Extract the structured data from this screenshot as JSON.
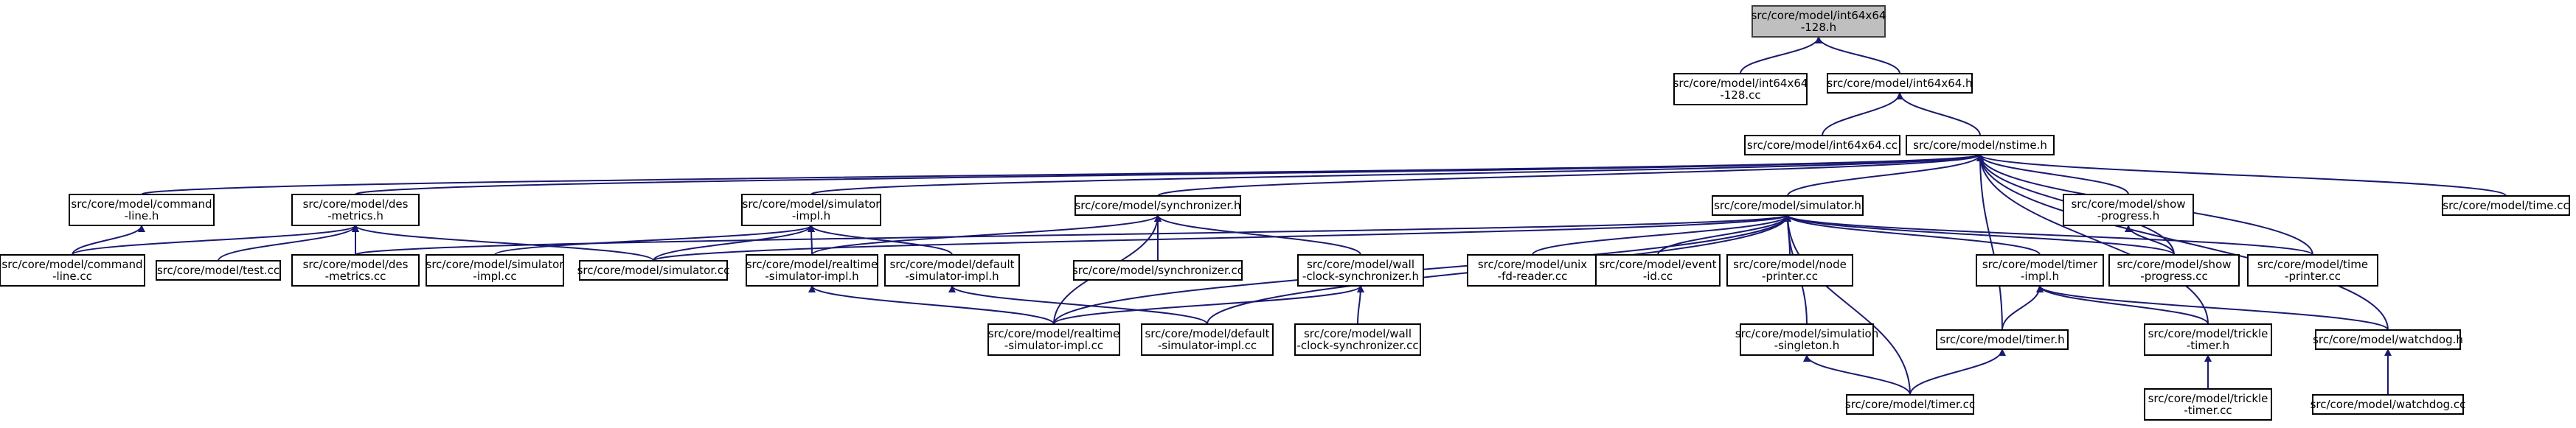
{
  "graph": {
    "nodes": [
      {
        "id": "int64x64_128_h",
        "lines": [
          "src/core/model/int64x64",
          "-128.h"
        ],
        "root": true
      },
      {
        "id": "int64x64_128_cc",
        "lines": [
          "src/core/model/int64x64",
          "-128.cc"
        ]
      },
      {
        "id": "int64x64_h",
        "lines": [
          "src/core/model/int64x64.h"
        ]
      },
      {
        "id": "int64x64_cc",
        "lines": [
          "src/core/model/int64x64.cc"
        ]
      },
      {
        "id": "nstime_h",
        "lines": [
          "src/core/model/nstime.h"
        ]
      },
      {
        "id": "command_line_h",
        "lines": [
          "src/core/model/command",
          "-line.h"
        ]
      },
      {
        "id": "des_metrics_h",
        "lines": [
          "src/core/model/des",
          "-metrics.h"
        ]
      },
      {
        "id": "simulator_impl_h",
        "lines": [
          "src/core/model/simulator",
          "-impl.h"
        ]
      },
      {
        "id": "synchronizer_h",
        "lines": [
          "src/core/model/synchronizer.h"
        ]
      },
      {
        "id": "simulator_h",
        "lines": [
          "src/core/model/simulator.h"
        ]
      },
      {
        "id": "show_progress_h",
        "lines": [
          "src/core/model/show",
          "-progress.h"
        ]
      },
      {
        "id": "time_cc",
        "lines": [
          "src/core/model/time.cc"
        ]
      },
      {
        "id": "command_line_cc",
        "lines": [
          "src/core/model/command",
          "-line.cc"
        ]
      },
      {
        "id": "test_cc",
        "lines": [
          "src/core/model/test.cc"
        ]
      },
      {
        "id": "des_metrics_cc",
        "lines": [
          "src/core/model/des",
          "-metrics.cc"
        ]
      },
      {
        "id": "simulator_impl_cc",
        "lines": [
          "src/core/model/simulator",
          "-impl.cc"
        ]
      },
      {
        "id": "simulator_cc",
        "lines": [
          "src/core/model/simulator.cc"
        ]
      },
      {
        "id": "realtime_simulator_impl_h",
        "lines": [
          "src/core/model/realtime",
          "-simulator-impl.h"
        ]
      },
      {
        "id": "default_simulator_impl_h",
        "lines": [
          "src/core/model/default",
          "-simulator-impl.h"
        ]
      },
      {
        "id": "synchronizer_cc",
        "lines": [
          "src/core/model/synchronizer.cc"
        ]
      },
      {
        "id": "wall_clock_synchronizer_h",
        "lines": [
          "src/core/model/wall",
          "-clock-synchronizer.h"
        ]
      },
      {
        "id": "unix_fd_reader_cc",
        "lines": [
          "src/core/model/unix",
          "-fd-reader.cc"
        ]
      },
      {
        "id": "event_id_cc",
        "lines": [
          "src/core/model/event",
          "-id.cc"
        ]
      },
      {
        "id": "node_printer_cc",
        "lines": [
          "src/core/model/node",
          "-printer.cc"
        ]
      },
      {
        "id": "timer_impl_h",
        "lines": [
          "src/core/model/timer",
          "-impl.h"
        ]
      },
      {
        "id": "show_progress_cc",
        "lines": [
          "src/core/model/show",
          "-progress.cc"
        ]
      },
      {
        "id": "time_printer_cc",
        "lines": [
          "src/core/model/time",
          "-printer.cc"
        ]
      },
      {
        "id": "realtime_simulator_impl_cc",
        "lines": [
          "src/core/model/realtime",
          "-simulator-impl.cc"
        ]
      },
      {
        "id": "default_simulator_impl_cc",
        "lines": [
          "src/core/model/default",
          "-simulator-impl.cc"
        ]
      },
      {
        "id": "wall_clock_synchronizer_cc",
        "lines": [
          "src/core/model/wall",
          "-clock-synchronizer.cc"
        ]
      },
      {
        "id": "simulation_singleton_h",
        "lines": [
          "src/core/model/simulation",
          "-singleton.h"
        ]
      },
      {
        "id": "timer_h",
        "lines": [
          "src/core/model/timer.h"
        ]
      },
      {
        "id": "trickle_timer_h",
        "lines": [
          "src/core/model/trickle",
          "-timer.h"
        ]
      },
      {
        "id": "watchdog_h",
        "lines": [
          "src/core/model/watchdog.h"
        ]
      },
      {
        "id": "timer_cc",
        "lines": [
          "src/core/model/timer.cc"
        ]
      },
      {
        "id": "trickle_timer_cc",
        "lines": [
          "src/core/model/trickle",
          "-timer.cc"
        ]
      },
      {
        "id": "watchdog_cc",
        "lines": [
          "src/core/model/watchdog.cc"
        ]
      }
    ],
    "edges": [
      [
        "int64x64_128_cc",
        "int64x64_128_h"
      ],
      [
        "int64x64_h",
        "int64x64_128_h"
      ],
      [
        "int64x64_cc",
        "int64x64_h"
      ],
      [
        "nstime_h",
        "int64x64_h"
      ],
      [
        "command_line_h",
        "nstime_h"
      ],
      [
        "des_metrics_h",
        "nstime_h"
      ],
      [
        "simulator_impl_h",
        "nstime_h"
      ],
      [
        "synchronizer_h",
        "nstime_h"
      ],
      [
        "simulator_h",
        "nstime_h"
      ],
      [
        "show_progress_h",
        "nstime_h"
      ],
      [
        "time_cc",
        "nstime_h"
      ],
      [
        "show_progress_cc",
        "nstime_h"
      ],
      [
        "time_printer_cc",
        "nstime_h"
      ],
      [
        "timer_h",
        "nstime_h"
      ],
      [
        "trickle_timer_h",
        "nstime_h"
      ],
      [
        "watchdog_h",
        "nstime_h"
      ],
      [
        "command_line_cc",
        "command_line_h"
      ],
      [
        "command_line_cc",
        "des_metrics_h"
      ],
      [
        "test_cc",
        "des_metrics_h"
      ],
      [
        "des_metrics_cc",
        "des_metrics_h"
      ],
      [
        "simulator_cc",
        "des_metrics_h"
      ],
      [
        "simulator_impl_cc",
        "simulator_impl_h"
      ],
      [
        "simulator_cc",
        "simulator_impl_h"
      ],
      [
        "realtime_simulator_impl_h",
        "simulator_impl_h"
      ],
      [
        "default_simulator_impl_h",
        "simulator_impl_h"
      ],
      [
        "realtime_simulator_impl_h",
        "synchronizer_h"
      ],
      [
        "synchronizer_cc",
        "synchronizer_h"
      ],
      [
        "wall_clock_synchronizer_h",
        "synchronizer_h"
      ],
      [
        "realtime_simulator_impl_cc",
        "synchronizer_h"
      ],
      [
        "des_metrics_cc",
        "simulator_h"
      ],
      [
        "simulator_cc",
        "simulator_h"
      ],
      [
        "unix_fd_reader_cc",
        "simulator_h"
      ],
      [
        "event_id_cc",
        "simulator_h"
      ],
      [
        "node_printer_cc",
        "simulator_h"
      ],
      [
        "timer_impl_h",
        "simulator_h"
      ],
      [
        "show_progress_cc",
        "simulator_h"
      ],
      [
        "time_printer_cc",
        "simulator_h"
      ],
      [
        "realtime_simulator_impl_cc",
        "simulator_h"
      ],
      [
        "default_simulator_impl_cc",
        "simulator_h"
      ],
      [
        "simulation_singleton_h",
        "simulator_h"
      ],
      [
        "timer_cc",
        "simulator_h"
      ],
      [
        "show_progress_cc",
        "show_progress_h"
      ],
      [
        "realtime_simulator_impl_cc",
        "realtime_simulator_impl_h"
      ],
      [
        "default_simulator_impl_cc",
        "default_simulator_impl_h"
      ],
      [
        "realtime_simulator_impl_cc",
        "wall_clock_synchronizer_h"
      ],
      [
        "wall_clock_synchronizer_cc",
        "wall_clock_synchronizer_h"
      ],
      [
        "timer_h",
        "timer_impl_h"
      ],
      [
        "trickle_timer_h",
        "timer_impl_h"
      ],
      [
        "watchdog_h",
        "timer_impl_h"
      ],
      [
        "timer_cc",
        "simulation_singleton_h"
      ],
      [
        "timer_cc",
        "timer_h"
      ],
      [
        "trickle_timer_cc",
        "trickle_timer_h"
      ],
      [
        "watchdog_cc",
        "watchdog_h"
      ]
    ]
  }
}
